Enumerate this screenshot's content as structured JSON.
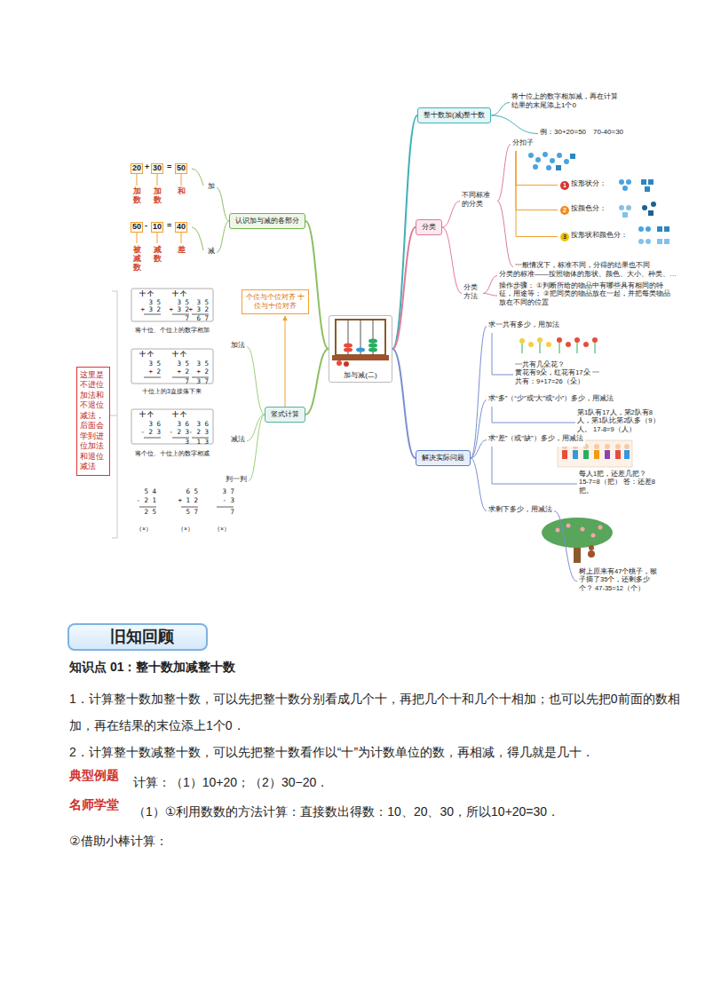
{
  "diagram": {
    "nodes": [
      {
        "text": [
          "加与减(二)"
        ]
      },
      {
        "text": [
          "整十数加(减)整十数"
        ]
      },
      {
        "text": [
          "将十位上的数字相加减，再在计算结果的末尾添上1个0"
        ]
      },
      {
        "text": [
          "例：30+20=50　70-40=30"
        ]
      },
      {
        "text": [
          "分类"
        ]
      },
      {
        "text": [
          "不同标准的分类"
        ]
      },
      {
        "text": [
          "分扣子"
        ]
      },
      {
        "text": [
          "按形状分："
        ]
      },
      {
        "text": [
          "按颜色分："
        ]
      },
      {
        "text": [
          "按形状和颜色分："
        ]
      },
      {
        "text": [
          "一般情况下，标准不同，分得的结果也不同"
        ]
      },
      {
        "text": [
          "分类方法"
        ]
      },
      {
        "text": [
          "分类的标准——按照物体的形状、颜色、大小、种类、…"
        ]
      },
      {
        "text": [
          "操作步骤： ①判断所给的物品中有哪些具有相同的特征，用途等； ②把同类的物品放在一起，并把每类物品放在不同的位置"
        ]
      },
      {
        "text": [
          "解决实际问题"
        ]
      },
      {
        "text": [
          "求一共有多少，用加法"
        ]
      },
      {
        "text": [
          "一共有几朵花？",
          "黄花有9朵，红花有17朵 一共有：9+17=26（朵）"
        ]
      },
      {
        "text": [
          "求“多”（“少”或“大”或“小”）多少，用减法"
        ]
      },
      {
        "text": [
          "第1队有17人，第2队有8人，第1队比第2队多（9）人。 17-8=9（人）"
        ]
      },
      {
        "text": [
          "求“差”（或“缺”）多少，用减法"
        ]
      },
      {
        "text": [
          "每人1把，还差几把？ 15-7=8（把） 答：还差8把。"
        ]
      },
      {
        "text": [
          "求剩下多少，用减法"
        ]
      },
      {
        "text": [
          "树上原来有47个桃子，猴子摘了35个，还剩多少个？ 47-35=12（个）"
        ]
      },
      {
        "text": [
          "认识加与减的各部分"
        ]
      },
      {
        "text": [
          "加"
        ]
      },
      {
        "text": [
          "减"
        ]
      },
      {
        "text": [
          "竖式计算"
        ]
      },
      {
        "text": [
          "加法"
        ]
      },
      {
        "text": [
          "减法"
        ]
      },
      {
        "text": [
          "判一判"
        ]
      },
      {
        "text": [
          "个位与个位对齐 十位与十位对齐"
        ]
      },
      {
        "text": [
          "这里是不进位加法和不退位减法，后面会学到进位加法和退位减法"
        ]
      },
      {
        "text": [
          "旧知回顾"
        ]
      }
    ],
    "edges": [
      {
        "from": 0,
        "to": 1,
        "arrow": "none"
      },
      {
        "from": 0,
        "to": 4,
        "arrow": "none"
      },
      {
        "from": 0,
        "to": 14,
        "arrow": "none"
      },
      {
        "from": 0,
        "to": 23,
        "arrow": "none"
      },
      {
        "from": 0,
        "to": 26,
        "arrow": "none"
      },
      {
        "from": 1,
        "to": 2,
        "arrow": "none"
      },
      {
        "from": 1,
        "to": 3,
        "arrow": "none"
      },
      {
        "from": 4,
        "to": 5,
        "arrow": "none"
      },
      {
        "from": 4,
        "to": 11,
        "arrow": "none"
      },
      {
        "from": 5,
        "to": 6,
        "arrow": "none"
      },
      {
        "from": 5,
        "to": 10,
        "arrow": "none"
      },
      {
        "from": 6,
        "to": 7,
        "arrow": "none"
      },
      {
        "from": 6,
        "to": 8,
        "arrow": "none"
      },
      {
        "from": 6,
        "to": 9,
        "arrow": "none"
      },
      {
        "from": 11,
        "to": 12,
        "arrow": "none"
      },
      {
        "from": 11,
        "to": 13,
        "arrow": "none"
      },
      {
        "from": 14,
        "to": 15,
        "arrow": "none"
      },
      {
        "from": 14,
        "to": 17,
        "arrow": "none"
      },
      {
        "from": 14,
        "to": 19,
        "arrow": "none"
      },
      {
        "from": 14,
        "to": 21,
        "arrow": "none"
      },
      {
        "from": 15,
        "to": 16,
        "arrow": "none"
      },
      {
        "from": 17,
        "to": 18,
        "arrow": "none"
      },
      {
        "from": 19,
        "to": 20,
        "arrow": "none"
      },
      {
        "from": 21,
        "to": 22,
        "arrow": "none"
      },
      {
        "from": 23,
        "to": 24,
        "arrow": "none"
      },
      {
        "from": 23,
        "to": 25,
        "arrow": "none"
      },
      {
        "from": 26,
        "to": 27,
        "arrow": "none"
      },
      {
        "from": 26,
        "to": 28,
        "arrow": "none"
      },
      {
        "from": 26,
        "to": 29,
        "arrow": "none"
      },
      {
        "from": 26,
        "to": 30,
        "arrow": "to"
      }
    ],
    "labels": [
      "20",
      "+",
      "30",
      "=",
      "50",
      "加数",
      "加数",
      "和",
      "50",
      "-",
      "10",
      "=",
      "40",
      "被减数",
      "减数",
      "差",
      "十 个",
      "十 个",
      "3 5",
      "+ 3 2",
      "3 5",
      "+ 3 2",
      "7",
      "3 5",
      "+ 3 2",
      "6 7",
      "将十位、个位上的数字相加",
      "十 个",
      "十 个",
      "3 5",
      "+ 2",
      "3 5",
      "+ 2",
      "7",
      "3 5",
      "+ 2",
      "3 7",
      "十位上的3直接落下来",
      "十 个",
      "十 个",
      "3 6",
      "- 2 3",
      "3 6",
      "- 2 3",
      "3",
      "3 6",
      "- 2 3",
      "1 3",
      "将个位、十位上的数字相减",
      "5 4",
      "- 2 1",
      "2 5",
      "（×）",
      "6 5",
      "+ 1 2",
      "5 7",
      "（×）",
      "3 7",
      "- 3",
      "7",
      "（×）",
      "1",
      "2",
      "3",
      "知识点 01：整十数加减整十数",
      "1．计算整十数加整十数，可以先把整十数分别看成几个十，再把几个十和几个十相加；也可以先把0前面的数相加，再在结果的末位添上1个0．",
      "2．计算整十数减整十数，可以先把整十数看作以“十”为计数单位的数，再相减，得几就是几十．",
      "典型例题",
      "计算：（1）10+20；（2）30−20．",
      "名师学堂",
      "（1）①利用数数的方法计算：直接数出得数：10、20、30，所以10+20=30．",
      "②借助小棒计算："
    ]
  }
}
